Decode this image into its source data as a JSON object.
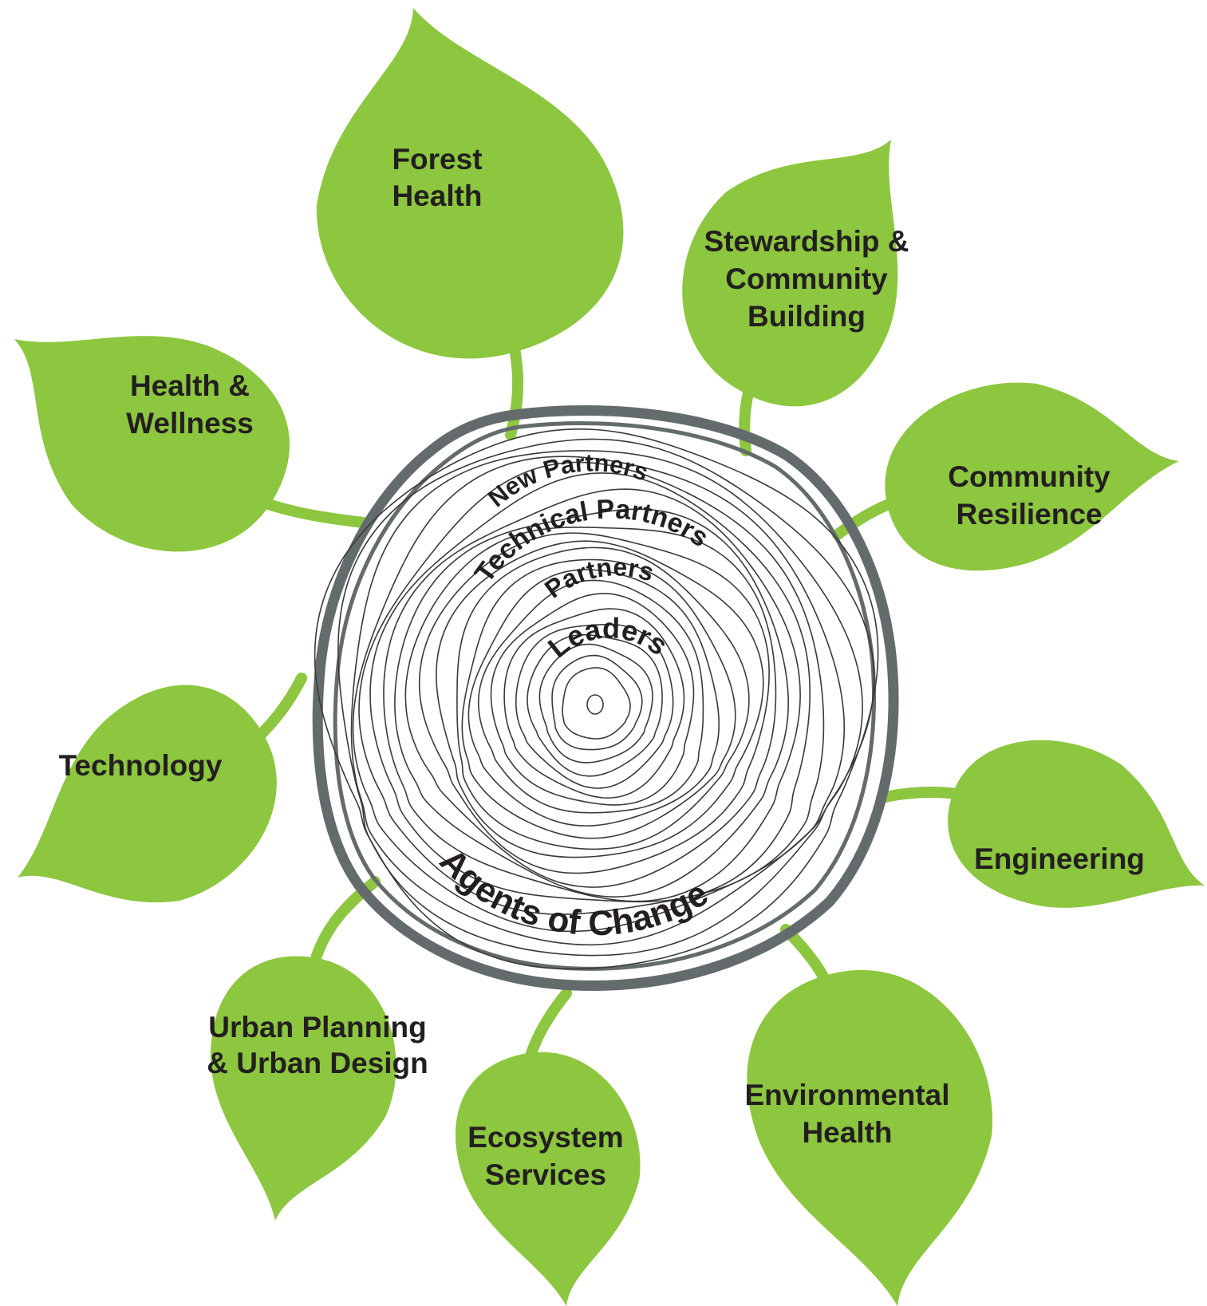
{
  "colors": {
    "leaf": "#8dc63f",
    "bark": "#646b6c",
    "ring_line": "#3a3a3a",
    "text": "#231f20",
    "background": "#ffffff"
  },
  "center": {
    "rings": [
      {
        "label": "New Partners"
      },
      {
        "label": "Technical Partners"
      },
      {
        "label": "Partners"
      },
      {
        "label": "Leaders"
      }
    ],
    "outer_label": "Agents of Change"
  },
  "leaves": [
    {
      "id": "forest-health",
      "lines": [
        "Forest",
        "Health"
      ]
    },
    {
      "id": "stewardship",
      "lines": [
        "Stewardship &",
        "Community",
        "Building"
      ]
    },
    {
      "id": "community-resilience",
      "lines": [
        "Community",
        "Resilience"
      ]
    },
    {
      "id": "engineering",
      "lines": [
        "Engineering"
      ]
    },
    {
      "id": "environmental-health",
      "lines": [
        "Environmental",
        "Health"
      ]
    },
    {
      "id": "ecosystem-services",
      "lines": [
        "Ecosystem",
        "Services"
      ]
    },
    {
      "id": "urban-planning",
      "lines": [
        "Urban Planning",
        "& Urban Design"
      ]
    },
    {
      "id": "technology",
      "lines": [
        "Technology"
      ]
    },
    {
      "id": "health-wellness",
      "lines": [
        "Health &",
        "Wellness"
      ]
    }
  ]
}
